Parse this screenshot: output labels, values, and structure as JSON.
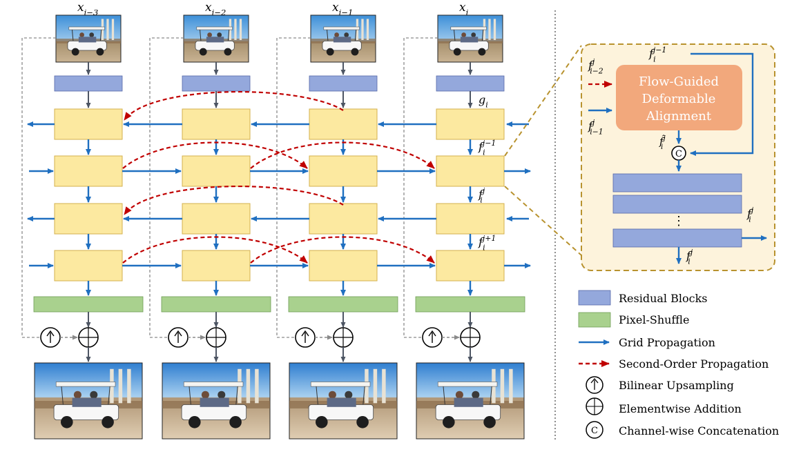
{
  "colors": {
    "residual": "#94a8dc",
    "residual_stroke": "#5568a8",
    "feature": "#fce9a0",
    "feature_stroke": "#d3b04e",
    "pixel_shuffle": "#a9d18e",
    "pixel_shuffle_stroke": "#6e9c55",
    "grid": "#1f6fc0",
    "second_order": "#c00000",
    "gray_arrow": "#4d5563",
    "panel_bg": "#fdf3dc",
    "panel_border": "#b8922e",
    "fga_box": "#f2a87c"
  },
  "frames": [
    {
      "sub": "i−3",
      "caption": "x"
    },
    {
      "sub": "i−2",
      "caption": "x"
    },
    {
      "sub": "i−1",
      "caption": "x"
    },
    {
      "sub": "i",
      "caption": "x"
    }
  ],
  "labels": {
    "g": "g",
    "g_sub": "i",
    "f": "f",
    "f_sub": "i",
    "sup_jm1": "j−1",
    "sup_j": "j",
    "sup_jp1": "j+1",
    "dots": "⋮"
  },
  "detail": {
    "fga_line1": "Flow-Guided",
    "fga_line2": "Deformable",
    "fga_line3": "Alignment",
    "in_top": {
      "base": "f",
      "sup": "j−1",
      "sub": "i"
    },
    "in_second": {
      "base": "f",
      "sup": "j",
      "sub": "i−2"
    },
    "in_grid": {
      "base": "f",
      "sup": "j",
      "sub": "i−1"
    },
    "aligned": {
      "base": "f̂",
      "sup": "j",
      "sub": "i"
    },
    "concat_symbol": "C",
    "out_right": {
      "base": "f",
      "sup": "j",
      "sub": "i"
    },
    "out_bottom": {
      "base": "f",
      "sup": "j",
      "sub": "i"
    }
  },
  "legend": {
    "residual_blocks": "Residual Blocks",
    "pixel_shuffle": "Pixel-Shuffle",
    "grid_propagation": "Grid Propagation",
    "second_order_propagation": "Second-Order Propagation",
    "bilinear_upsampling": "Bilinear Upsampling",
    "elementwise_addition": "Elementwise Addition",
    "channelwise_concatenation": "Channel-wise Concatenation",
    "concat_symbol": "C"
  }
}
